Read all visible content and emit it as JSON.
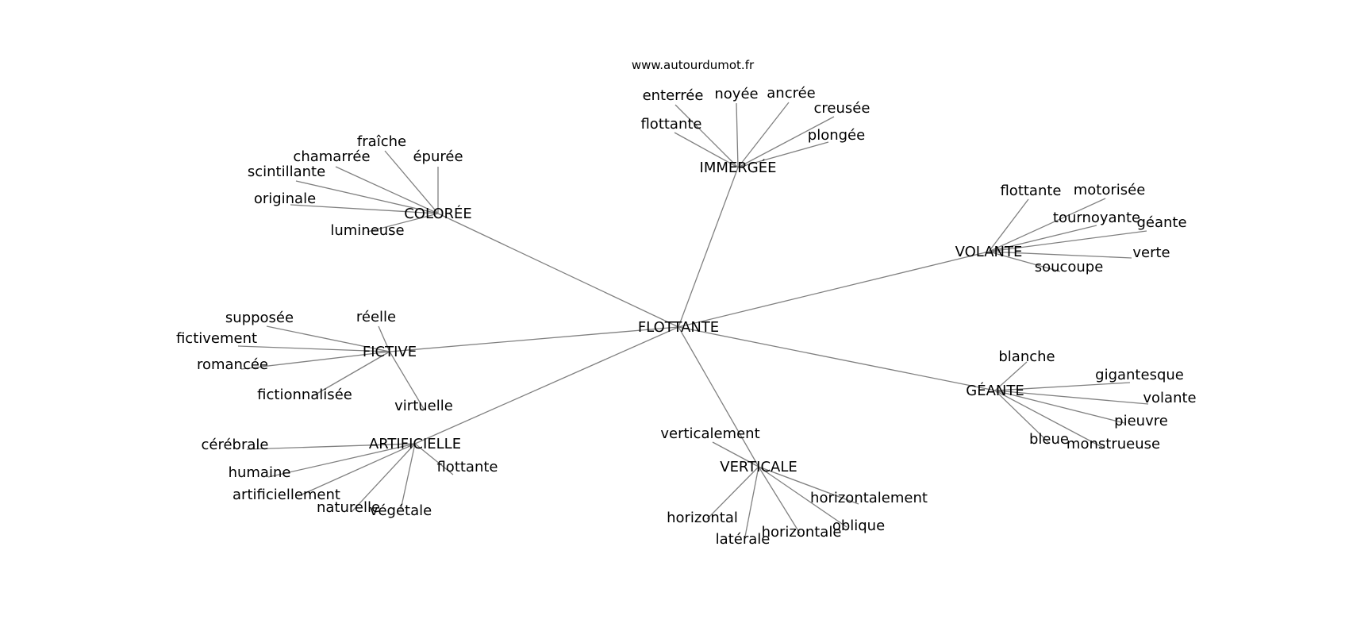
{
  "site": "www.autourdumot.fr",
  "root": "FLOTTANTE",
  "hubs": [
    {
      "label": "IMMERGÉE",
      "words": [
        "enterrée",
        "noyée",
        "ancrée",
        "creusée",
        "flottante",
        "plongée"
      ]
    },
    {
      "label": "COLORÉE",
      "words": [
        "fraîche",
        "chamarrée",
        "épurée",
        "scintillante",
        "originale",
        "lumineuse"
      ]
    },
    {
      "label": "VOLANTE",
      "words": [
        "flottante",
        "motorisée",
        "tournoyante",
        "géante",
        "verte",
        "soucoupe"
      ]
    },
    {
      "label": "FICTIVE",
      "words": [
        "supposée",
        "réelle",
        "fictivement",
        "romancée",
        "fictionnalisée",
        "virtuelle"
      ]
    },
    {
      "label": "GÉANTE",
      "words": [
        "blanche",
        "gigantesque",
        "volante",
        "pieuvre",
        "bleue",
        "monstrueuse"
      ]
    },
    {
      "label": "ARTIFICIELLE",
      "words": [
        "cérébrale",
        "humaine",
        "flottante",
        "artificiellement",
        "naturelle",
        "végétale"
      ]
    },
    {
      "label": "VERTICALE",
      "words": [
        "verticalement",
        "horizontalement",
        "horizontal",
        "oblique",
        "horizontale",
        "latérale"
      ]
    }
  ]
}
